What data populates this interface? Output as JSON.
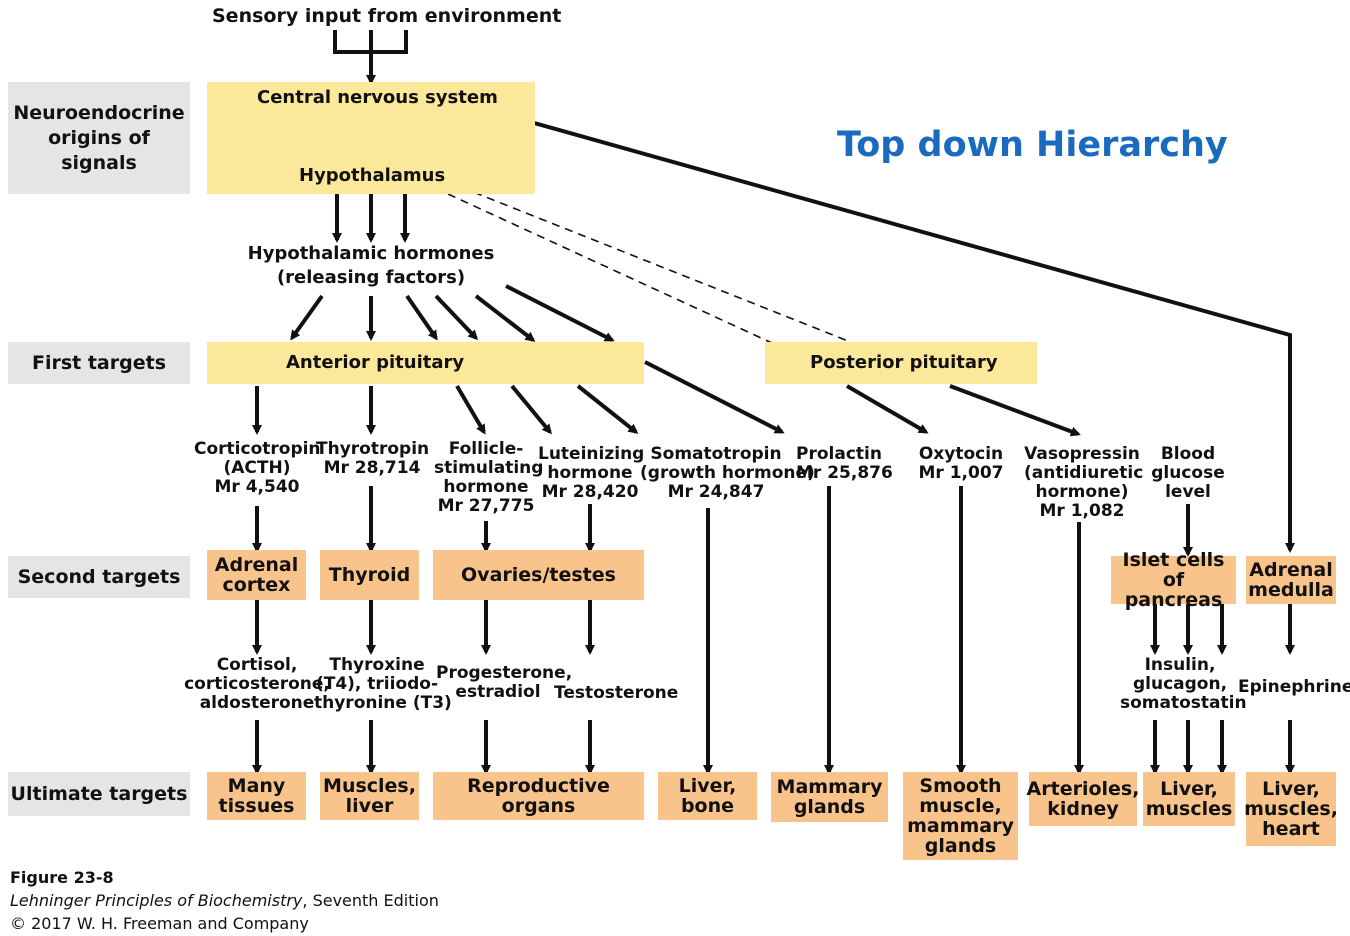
{
  "title": "Top down Hierarchy",
  "sensory": "Sensory input from environment",
  "rows": {
    "neuro": [
      "Neuroendocrine",
      "origins of",
      "signals"
    ],
    "first": "First targets",
    "second": "Second targets",
    "ultimate": "Ultimate targets"
  },
  "cns": "Central nervous system",
  "hypothalamus": "Hypothalamus",
  "releasing": [
    "Hypothalamic hormones",
    "(releasing factors)"
  ],
  "anterior": "Anterior pituitary",
  "posterior": "Posterior pituitary",
  "hormones": {
    "acth": [
      "Corticotropin",
      "(ACTH)",
      "Mr 4,540"
    ],
    "tsh": [
      "Thyrotropin",
      "Mr 28,714"
    ],
    "fsh": [
      "Follicle-",
      "stimulating",
      "hormone",
      "Mr 27,775"
    ],
    "lh": [
      "Luteinizing",
      "hormone",
      "Mr 28,420"
    ],
    "gh": [
      "Somatotropin",
      "(growth hormone)",
      "Mr 24,847"
    ],
    "prl": [
      "Prolactin",
      "Mr 25,876"
    ],
    "oxy": [
      "Oxytocin",
      "Mr 1,007"
    ],
    "adh": [
      "Vasopressin",
      "(antidiuretic",
      "hormone)",
      "Mr 1,082"
    ],
    "glucose": [
      "Blood",
      "glucose",
      "level"
    ]
  },
  "second": {
    "adrenal_cortex": [
      "Adrenal",
      "cortex"
    ],
    "thyroid": [
      "Thyroid"
    ],
    "ovaries": [
      "Ovaries/testes"
    ],
    "islet": [
      "Islet cells of",
      "pancreas"
    ],
    "adrenal_medulla": [
      "Adrenal",
      "medulla"
    ]
  },
  "products": {
    "cortisol": [
      "Cortisol,",
      "corticosterone,",
      "aldosterone"
    ],
    "thyroxine": [
      "Thyroxine",
      "(T4), triiodo-",
      "thyronine (T3)"
    ],
    "progesterone": [
      "Progesterone,",
      "estradiol"
    ],
    "testosterone": [
      "Testosterone"
    ],
    "insulin": [
      "Insulin,",
      "glucagon,",
      "somatostatin"
    ],
    "epinephrine": [
      "Epinephrine"
    ]
  },
  "ultimate": {
    "many": [
      "Many",
      "tissues"
    ],
    "muscles_liver": [
      "Muscles,",
      "liver"
    ],
    "reproductive": [
      "Reproductive organs"
    ],
    "liver_bone": [
      "Liver,",
      "bone"
    ],
    "mammary": [
      "Mammary",
      "glands"
    ],
    "smooth": [
      "Smooth",
      "muscle,",
      "mammary",
      "glands"
    ],
    "arterioles": [
      "Arterioles,",
      "kidney"
    ],
    "liver_muscles": [
      "Liver,",
      "muscles"
    ],
    "liver_muscles_heart": [
      "Liver,",
      "muscles,",
      "heart"
    ]
  },
  "caption": {
    "figure": "Figure 23-8",
    "book_title": "Lehninger Principles of Biochemistry",
    "edition": ", Seventh Edition",
    "copyright": "© 2017 W. H. Freeman and Company"
  }
}
